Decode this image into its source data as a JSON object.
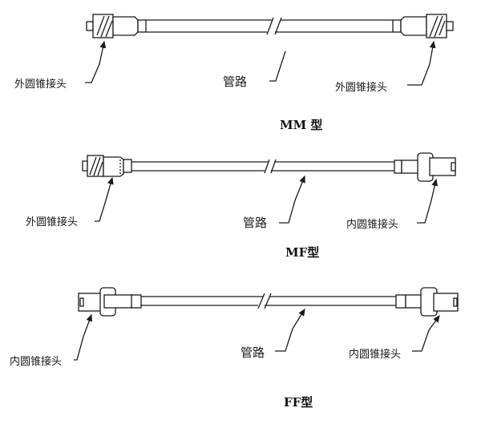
{
  "diagrams": [
    {
      "type_label": "MM 型",
      "left_connector": {
        "kind": "male",
        "label": "外圆锥接头"
      },
      "pipe_label": "管路",
      "right_connector": {
        "kind": "male",
        "label": "外圆锥接头"
      }
    },
    {
      "type_label": "MF型",
      "left_connector": {
        "kind": "male",
        "label": "外圆锥接头"
      },
      "pipe_label": "管路",
      "right_connector": {
        "kind": "female",
        "label": "内圆锥接头"
      }
    },
    {
      "type_label": "FF型",
      "left_connector": {
        "kind": "female",
        "label": "内圆锥接头"
      },
      "pipe_label": "管路",
      "right_connector": {
        "kind": "female",
        "label": "内圆锥接头"
      }
    }
  ],
  "colors": {
    "line": "#1a1a1a",
    "background": "#ffffff"
  }
}
